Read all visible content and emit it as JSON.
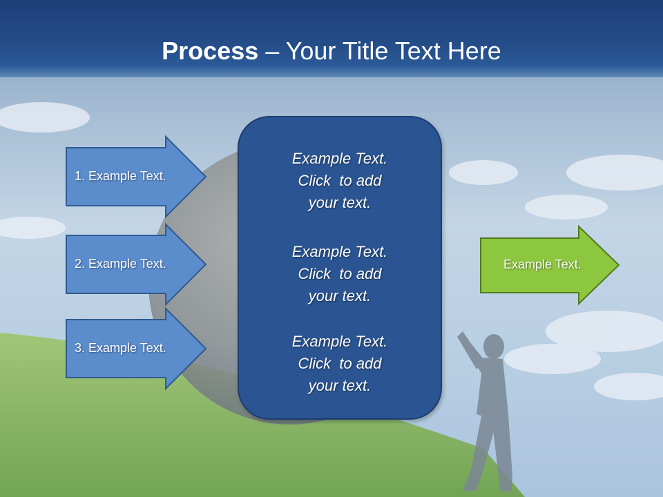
{
  "title": {
    "bold": "Process",
    "rest": " – Your Title Text Here"
  },
  "left_arrows": [
    {
      "label": "1. Example Text."
    },
    {
      "label": "2. Example Text."
    },
    {
      "label": "3. Example Text."
    }
  ],
  "center_box": {
    "blocks": [
      {
        "line1": "Example Text.",
        "line2": "Click  to add",
        "line3": "your text."
      },
      {
        "line1": "Example Text.",
        "line2": "Click  to add",
        "line3": "your text."
      },
      {
        "line1": "Example Text.",
        "line2": "Click  to add",
        "line3": "your text."
      }
    ]
  },
  "right_arrow": {
    "label": "Example Text."
  },
  "colors": {
    "title_bar": "#1d3f78",
    "blue_arrow_fill": "#5b8ccc",
    "center_box_fill": "#2a5592",
    "green_arrow_fill": "#8dc63f"
  }
}
